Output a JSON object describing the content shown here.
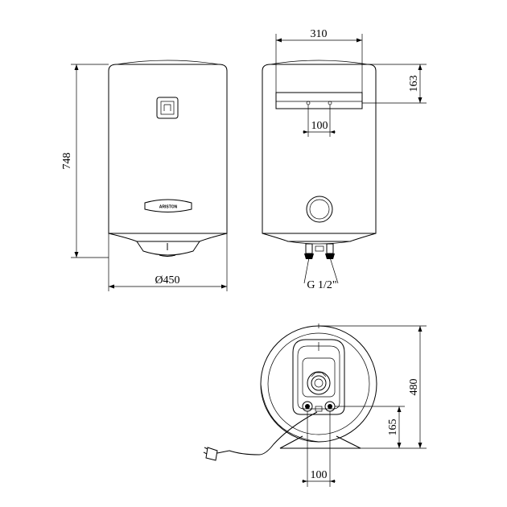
{
  "drawing": {
    "front_view": {
      "height_label": "748",
      "diameter_label": "Ø450",
      "brand_label": "ARISTON"
    },
    "side_view": {
      "width_label": "310",
      "bracket_height_label": "163",
      "bracket_holes_label": "100",
      "thread_label": "G 1/2\""
    },
    "bottom_view": {
      "height_label": "480",
      "pipe_height_label": "165",
      "pipe_spacing_label": "100"
    }
  }
}
